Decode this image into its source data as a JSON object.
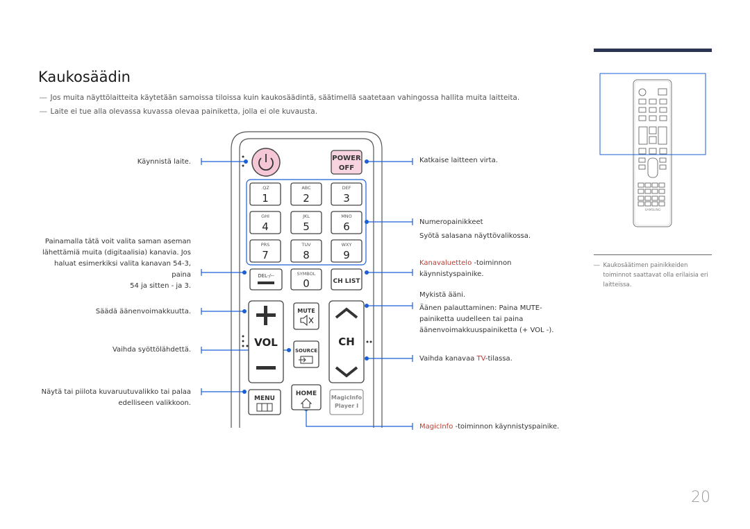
{
  "page": {
    "title": "Kaukosäädin",
    "page_number": "20",
    "notes": [
      "Jos muita näyttölaitteita käytetään samoissa tiloissa kuin kaukosäädintä, säätimellä saatetaan vahingossa hallita muita laitteita.",
      "Laite ei tue alla olevassa kuvassa olevaa painiketta, jolla ei ole kuvausta."
    ],
    "note_dash": "―",
    "sidebar_note": "Kaukosäätimen painikkeiden toiminnot saattavat olla erilaisia eri laitteissa.",
    "sidebar_dash": "―"
  },
  "labels_left": {
    "power_on": "Käynnistä laite.",
    "channel_line1": "Painamalla tätä voit valita saman aseman",
    "channel_line2": "lähettämiä muita (digitaalisia) kanavia. Jos",
    "channel_line3": "haluat esimerkiksi valita kanavan 54-3, paina",
    "channel_line4": "54 ja sitten - ja 3.",
    "volume": "Säädä äänenvoimakkuutta.",
    "source": "Vaihda syöttölähdettä.",
    "menu_line1": "Näytä tai piilota kuvaruutuvalikko tai palaa",
    "menu_line2": "edelliseen valikkoon."
  },
  "labels_right": {
    "power_off": "Katkaise laitteen virta.",
    "numbers_title": "Numeropainikkeet",
    "numbers_desc": "Syötä salasana näyttövalikossa.",
    "chlist_red": "Kanavaluettelo",
    "chlist_rest": " -toiminnon",
    "chlist_line2": "käynnistyspainike.",
    "mute_title": "Mykistä ääni.",
    "mute_line1": "Äänen palauttaminen: Paina MUTE-",
    "mute_line2": "painiketta uudelleen tai paina",
    "mute_line3": "äänenvoimakkuuspainiketta (+ VOL -).",
    "channel_pre": "Vaihda kanavaa ",
    "channel_red": "TV",
    "channel_post": "-tilassa.",
    "magicinfo_red": "MagicInfo",
    "magicinfo_rest": " -toiminnon käynnistyspainike."
  },
  "remote": {
    "power_off_line1": "POWER",
    "power_off_line2": "OFF",
    "keys": [
      {
        "digit": "1",
        "letters": ".QZ"
      },
      {
        "digit": "2",
        "letters": "ABC"
      },
      {
        "digit": "3",
        "letters": "DEF"
      },
      {
        "digit": "4",
        "letters": "GHI"
      },
      {
        "digit": "5",
        "letters": "JKL"
      },
      {
        "digit": "6",
        "letters": "MNO"
      },
      {
        "digit": "7",
        "letters": "PRS"
      },
      {
        "digit": "8",
        "letters": "TUV"
      },
      {
        "digit": "9",
        "letters": "WXY"
      }
    ],
    "del_label": "DEL-/--",
    "symbol_label": "SYMBOL",
    "zero": "0",
    "chlist_label": "CH LIST",
    "mute_label": "MUTE",
    "vol_label": "VOL",
    "ch_label": "CH",
    "source_label": "SOURCE",
    "menu_label": "MENU",
    "home_label": "HOME",
    "magicinfo_line1": "MagicInfo",
    "magicinfo_line2": "Player I",
    "thumb_brand": "SAMSUNG"
  },
  "colors": {
    "accent_red": "#c0392b",
    "callout_blue": "#1a5fd6",
    "topbar": "#2c3453",
    "power_on_pink": "#f5c7d6",
    "power_off_pink": "#f7d4df"
  }
}
